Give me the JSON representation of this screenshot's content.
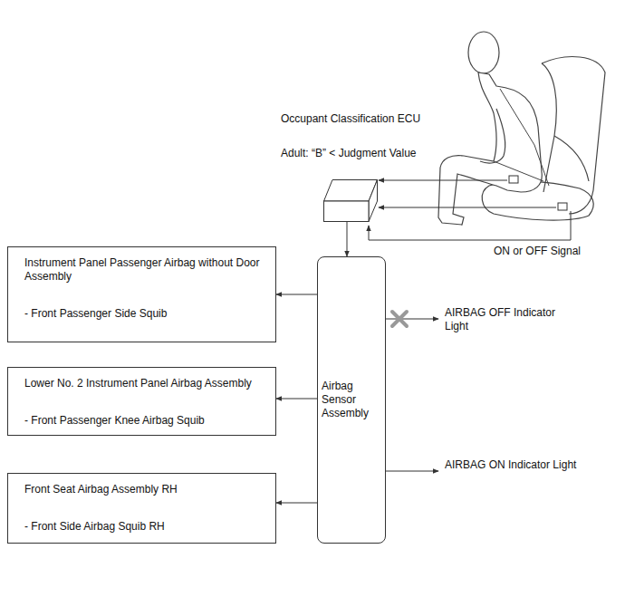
{
  "diagram": {
    "nodes": [
      {
        "text": [
          "Occupant Classification ECU",
          "Adult: “B” < Judgment Value"
        ]
      },
      {
        "text": [
          "Instrument Panel Passenger Airbag without Door Assembly",
          "- Front Passenger Side Squib"
        ]
      },
      {
        "text": [
          "Lower No. 2 Instrument Panel Airbag Assembly",
          "- Front Passenger Knee Airbag Squib"
        ]
      },
      {
        "text": [
          "Front Seat Airbag Assembly RH",
          "- Front Side Airbag Squib RH"
        ]
      },
      {
        "text": [
          "Airbag Sensor Assembly"
        ]
      }
    ],
    "edges": [
      {
        "from": 0,
        "to": 4,
        "arrow": "to"
      },
      {
        "from": 4,
        "to": 1,
        "arrow": "to"
      },
      {
        "from": 4,
        "to": 2,
        "arrow": "to"
      },
      {
        "from": 4,
        "to": 3,
        "arrow": "to"
      }
    ],
    "labels": [
      "ON or OFF Signal",
      "AIRBAG OFF Indicator Light",
      "AIRBAG ON Indicator Light"
    ]
  }
}
